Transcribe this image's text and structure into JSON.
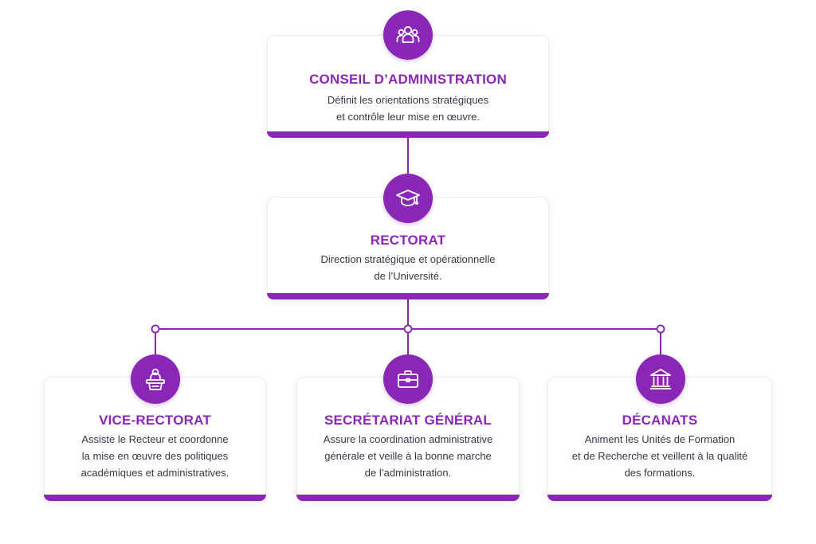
{
  "colors": {
    "accent": "#8a27b7",
    "accent_dark": "#7a1fae",
    "title": "#8a27b7",
    "text": "#3b3446",
    "card_border": "#ecebf1"
  },
  "nodes": {
    "conseil": {
      "title": "CONSEIL D’ADMINISTRATION",
      "desc": [
        "Définit les orientations stratégiques",
        "et contrôle leur mise en œuvre."
      ],
      "icon": "people-group-icon"
    },
    "rectorat": {
      "title": "RECTORAT",
      "desc": [
        "Direction stratégique et opérationnelle",
        "de l’Université."
      ],
      "icon": "graduation-cap-icon"
    },
    "vice_rectorat": {
      "title": "VICE-RECTORAT",
      "desc": [
        "Assiste le Recteur et coordonne",
        "la mise en œuvre des politiques",
        "académiques et administratives."
      ],
      "icon": "speaker-podium-icon"
    },
    "secretariat": {
      "title": "SECRÉTARIAT GÉNÉRAL",
      "desc": [
        "Assure la coordination administrative",
        "générale et veille à la bonne marche",
        "de l’administration."
      ],
      "icon": "briefcase-icon"
    },
    "decanats": {
      "title": "DÉCANATS",
      "desc": [
        "Animent les Unités de Formation",
        "et de Recherche et veillent à la qualité",
        "des formations."
      ],
      "icon": "institution-building-icon"
    }
  },
  "edges": [
    {
      "from": "conseil",
      "to": "rectorat"
    },
    {
      "from": "rectorat",
      "to": "vice_rectorat"
    },
    {
      "from": "rectorat",
      "to": "secretariat"
    },
    {
      "from": "rectorat",
      "to": "decanats"
    }
  ]
}
